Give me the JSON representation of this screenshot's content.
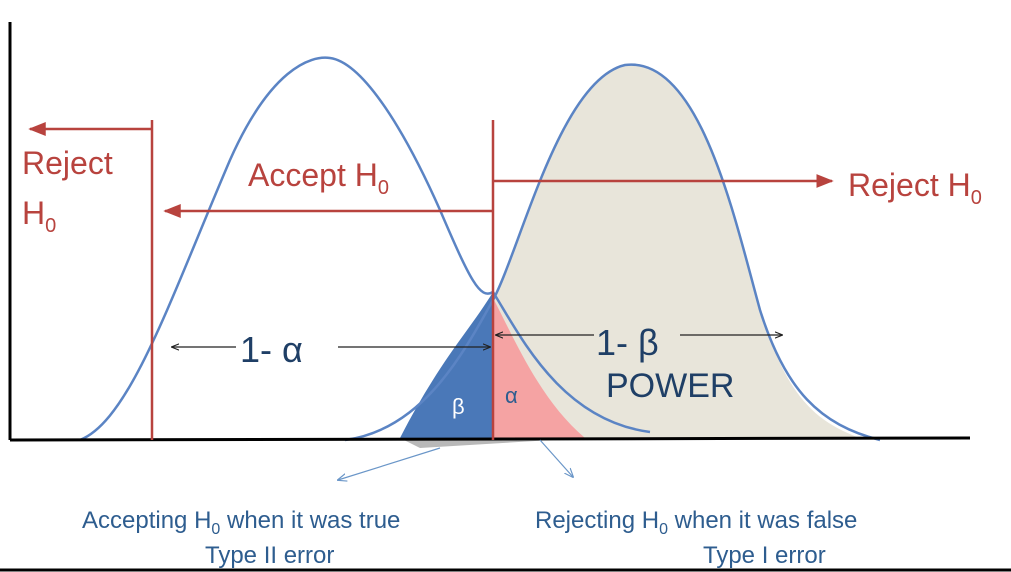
{
  "labels": {
    "reject_left_line1": "Reject",
    "reject_left_line2": "H",
    "reject_left_sub": "0",
    "accept": "Accept H",
    "accept_sub": "0",
    "reject_right": "Reject H",
    "reject_right_sub": "0",
    "one_minus_alpha": "1- α",
    "one_minus_beta": "1- β",
    "power": "POWER",
    "beta": "β",
    "alpha": "α",
    "type2_line1_a": "Accepting H",
    "type2_line1_sub": "0",
    "type2_line1_b": " when it was true",
    "type2_line2": "Type II error",
    "type1_line1_a": "Rejecting H",
    "type1_line1_sub": "0",
    "type1_line1_b": " when it was false",
    "type1_line2": "Type I error"
  },
  "colors": {
    "curve": "#5b84c4",
    "red": "#b8433e",
    "beta_fill": "#4a78b8",
    "alpha_fill": "#f5a3a3",
    "power_fill": "#e8e5da",
    "text_blue": "#2e5d8f"
  }
}
